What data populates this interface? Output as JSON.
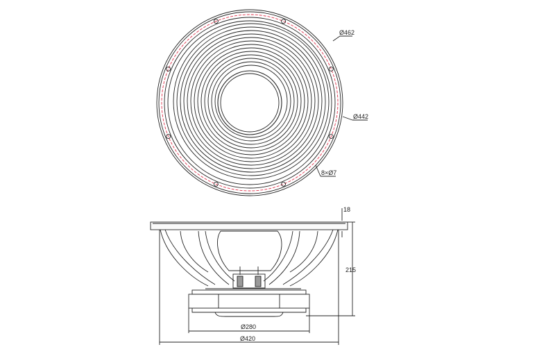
{
  "drawing": {
    "front_view": {
      "outer_diameter_label": "Ø462",
      "bolt_circle_label": "Ø442",
      "holes_label": "8×Ø7",
      "hole_count": 8
    },
    "side_view": {
      "flange_thickness_label": "18",
      "depth_label": "215",
      "magnet_diameter_label": "Ø280",
      "basket_diameter_label": "Ø420"
    },
    "colors": {
      "line": "#222222",
      "bolt_circle": "#e0304a"
    }
  }
}
